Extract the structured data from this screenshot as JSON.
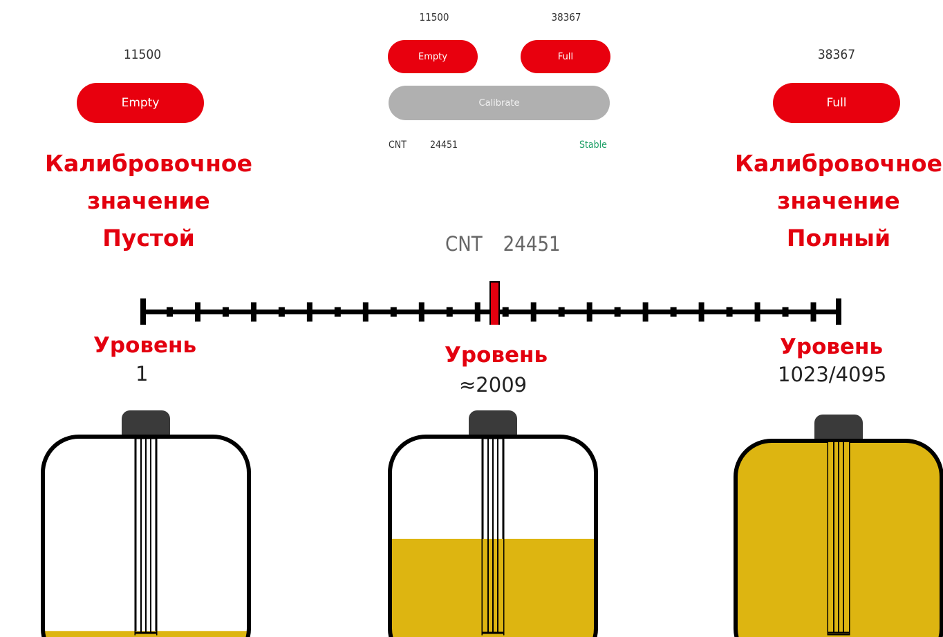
{
  "left": {
    "value": "11500",
    "button": "Empty",
    "caption": [
      "Калибровочное",
      "значение",
      "Пустой"
    ]
  },
  "right": {
    "value": "38367",
    "button": "Full",
    "caption": [
      "Калибровочное",
      "значение",
      "Полный"
    ]
  },
  "app_panel": {
    "empty_value": "11500",
    "full_value": "38367",
    "empty_button": "Empty",
    "full_button": "Full",
    "calibrate_button": "Calibrate",
    "cnt_label": "CNT",
    "cnt_value": "24451",
    "status": "Stable",
    "status_color": "#1a9e64"
  },
  "scale": {
    "cnt_label": "CNT",
    "cnt_value": "24451"
  },
  "levels": [
    {
      "title": "Уровень",
      "value": "1",
      "fill_fraction": 0.03
    },
    {
      "title": "Уровень",
      "value": "≈2009",
      "fill_fraction": 0.49
    },
    {
      "title": "Уровень",
      "value": "1023/4095",
      "fill_fraction": 1.0
    }
  ],
  "colors": {
    "accent_red": "#e8000e",
    "label_red": "#e3000f",
    "fuel": "#ddb511",
    "cap": "#3a3a3a"
  }
}
